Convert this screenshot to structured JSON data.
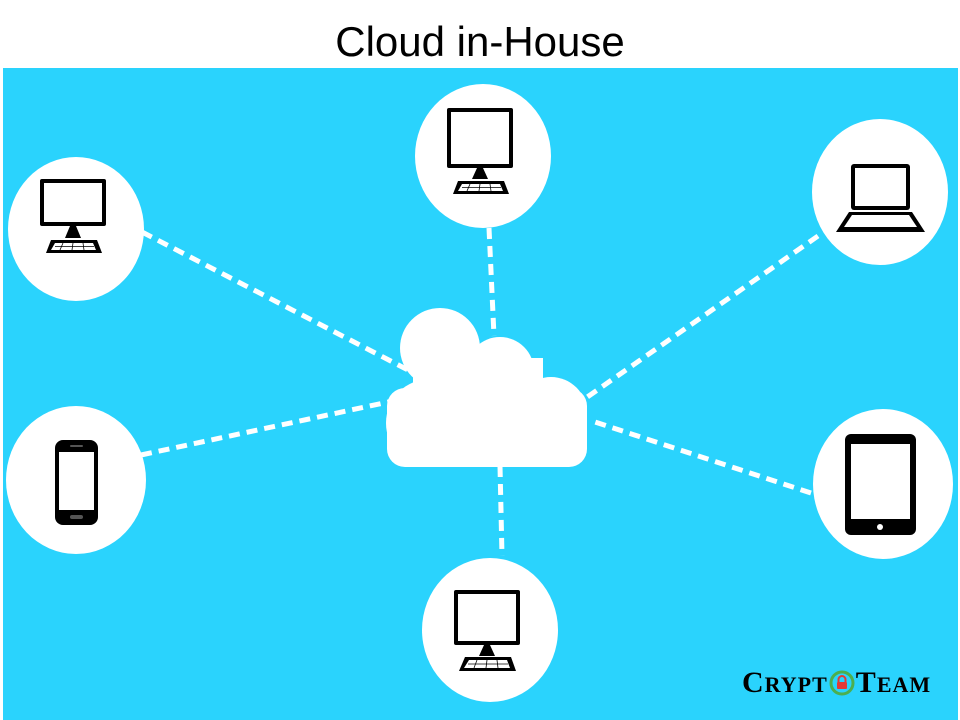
{
  "title": "Cloud in-House",
  "colors": {
    "background": "#2ad3fd",
    "nodes": "#ffffff",
    "connectors": "#ffffff",
    "lock_ring": "#4caf50",
    "lock_body": "#e53935"
  },
  "hub": {
    "icon": "cloud-icon"
  },
  "nodes": [
    {
      "id": "top-left",
      "icon": "desktop-computer-icon"
    },
    {
      "id": "top-center",
      "icon": "desktop-computer-icon"
    },
    {
      "id": "top-right",
      "icon": "laptop-icon"
    },
    {
      "id": "middle-left",
      "icon": "smartphone-icon"
    },
    {
      "id": "middle-right",
      "icon": "tablet-icon"
    },
    {
      "id": "bottom-center",
      "icon": "desktop-computer-icon"
    }
  ],
  "logo": {
    "brand": "CryptoTeam",
    "parts": {
      "c": "C",
      "rypt": "RYPT",
      "t": "T",
      "eam": "EAM"
    }
  }
}
